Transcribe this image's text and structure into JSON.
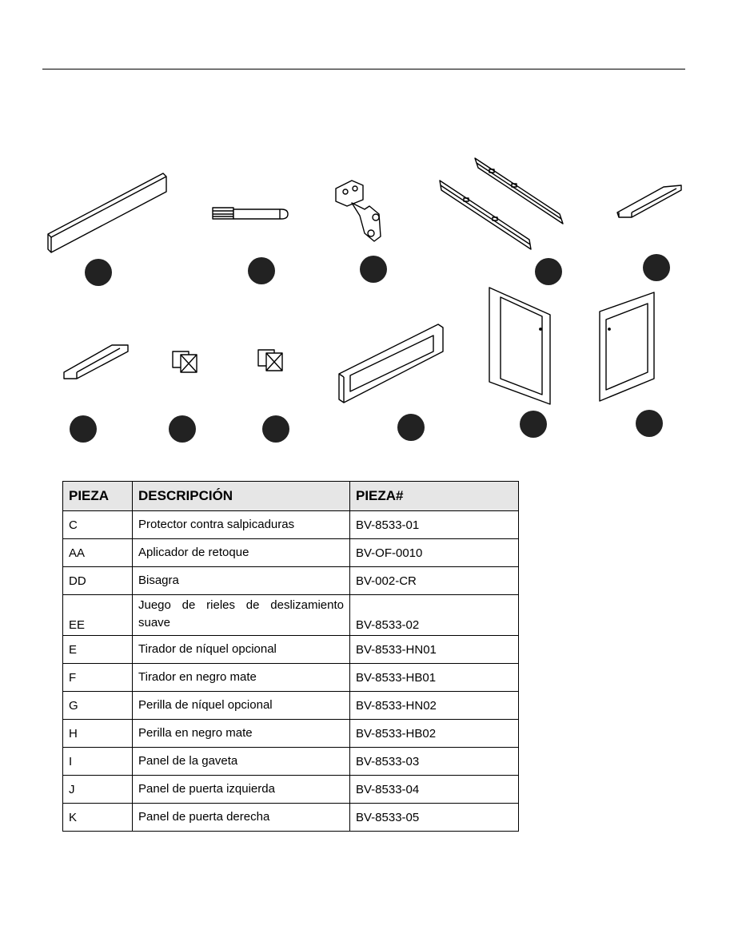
{
  "table": {
    "headers": [
      "PIEZA",
      "DESCRIPCIÓN",
      "PIEZA#"
    ],
    "rows": [
      {
        "code": "C",
        "description": "Protector contra salpicaduras",
        "part_number": "BV-8533-01"
      },
      {
        "code": "AA",
        "description": "Aplicador de retoque",
        "part_number": "BV-OF-0010"
      },
      {
        "code": "DD",
        "description": "Bisagra",
        "part_number": "BV-002-CR"
      },
      {
        "code": "EE",
        "description": "Juego de rieles de deslizamiento suave",
        "part_number": "BV-8533-02"
      },
      {
        "code": "E",
        "description": "Tirador de níquel opcional",
        "part_number": "BV-8533-HN01"
      },
      {
        "code": "F",
        "description": "Tirador en negro mate",
        "part_number": "BV-8533-HB01"
      },
      {
        "code": "G",
        "description": "Perilla de níquel opcional",
        "part_number": "BV-8533-HN02"
      },
      {
        "code": "H",
        "description": "Perilla en negro mate",
        "part_number": "BV-8533-HB02"
      },
      {
        "code": "I",
        "description": "Panel de la gaveta",
        "part_number": "BV-8533-03"
      },
      {
        "code": "J",
        "description": "Panel de puerta izquierda",
        "part_number": "BV-8533-04"
      },
      {
        "code": "K",
        "description": "Panel de puerta derecha",
        "part_number": "BV-8533-05"
      }
    ]
  },
  "parts_illustrations": [
    "backsplash-icon",
    "touch-up-applicator-icon",
    "hinge-icon",
    "slide-rails-icon",
    "nickel-pull-icon",
    "black-pull-icon",
    "nickel-knob-icon",
    "black-knob-icon",
    "drawer-panel-icon",
    "left-door-panel-icon",
    "right-door-panel-icon"
  ],
  "colors": {
    "marker": "#222222",
    "line": "#000000",
    "header_bg": "#e6e6e6"
  }
}
